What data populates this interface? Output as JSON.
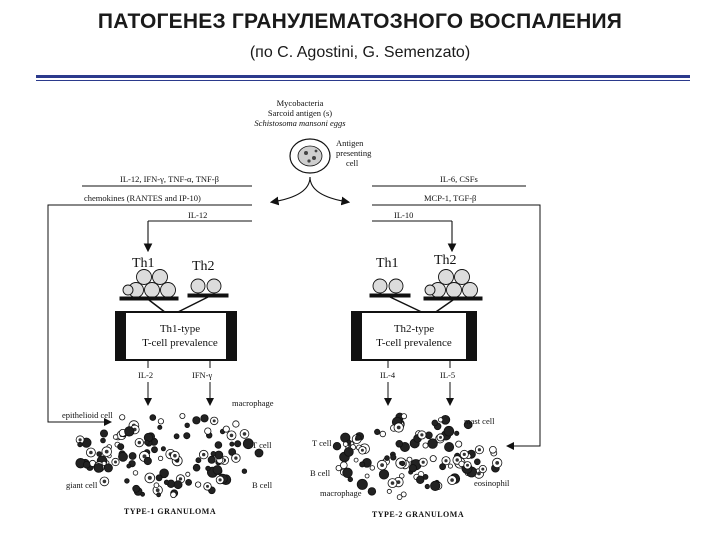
{
  "slide": {
    "title": "ПАТОГЕНЕЗ ГРАНУЛЕМАТОЗНОГО ВОСПАЛЕНИЯ",
    "subtitle": "(по C. Agostini, G. Semenzato)"
  },
  "figure": {
    "top": {
      "line1": "Mycobacteria",
      "line2": "Sarcoid antigen (s)",
      "line3": "Schistosoma mansoni eggs",
      "apc_label1": "Antigen",
      "apc_label2": "presenting",
      "apc_label3": "cell"
    },
    "left": {
      "cytokines1": "IL-12, IFN-γ, TNF-α, TNF-β",
      "cytokines2": "chemokines (RANTES and IP-10)",
      "cytokine_under": "IL-12",
      "th1": "Th1",
      "th2": "Th2",
      "box_line1": "Th1-type",
      "box_line2": "T-cell prevalence",
      "out1": "IL-2",
      "out2": "IFN-γ",
      "lbl_epithelioid": "epithelioid cell",
      "lbl_macrophage": "macrophage",
      "lbl_tcell": "T cell",
      "lbl_giant": "giant cell",
      "lbl_bcell": "B cell",
      "granuloma": "TYPE-1 GRANULOMA"
    },
    "right": {
      "cytokines1": "IL-6, CSFs",
      "cytokines2": "MCP-1, TGF-β",
      "cytokine_under": "IL-10",
      "th1": "Th1",
      "th2": "Th2",
      "box_line1": "Th2-type",
      "box_line2": "T-cell prevalence",
      "out1": "IL-4",
      "out2": "IL-5",
      "lbl_mast": "mast cell",
      "lbl_tcell": "T cell",
      "lbl_bcell": "B cell",
      "lbl_eosinophil": "eosinophil",
      "lbl_macrophage": "macrophage",
      "granuloma": "TYPE-2 GRANULOMA"
    }
  }
}
